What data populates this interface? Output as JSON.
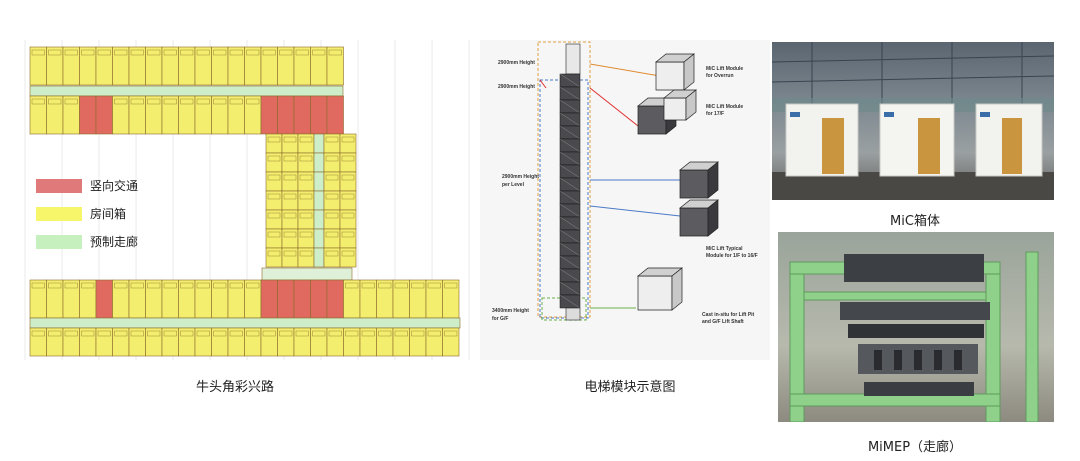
{
  "floorplan": {
    "caption": "牛头角彩兴路",
    "legend": [
      {
        "label": "竖向交通",
        "color": "#e07a7a"
      },
      {
        "label": "房间箱",
        "color": "#f7f56a"
      },
      {
        "label": "预制走廊",
        "color": "#c7f0bf"
      }
    ],
    "colors": {
      "room": "#f3ee6e",
      "vertical": "#e06a60",
      "corridor": "#cdeec8",
      "grid": "#8a6a2a"
    }
  },
  "lift": {
    "caption": "电梯模块示意图",
    "left_labels": [
      "2900mm Height",
      "2900mm Height",
      "2900mm Height\nper Level",
      "3400mm Height\nfor G/F"
    ],
    "right_labels": [
      "MiC Lift Module\nfor Overrun",
      "MiC Lift Module\nfor 17/F",
      "MiC Lift Typical\nModule for 1/F to 16/F",
      "Cast in-situ for Lift Pit\nand G/F Lift Shaft"
    ]
  },
  "photos": {
    "mic_caption": "MiC箱体",
    "mimep_caption": "MiMEP（走廊）"
  }
}
